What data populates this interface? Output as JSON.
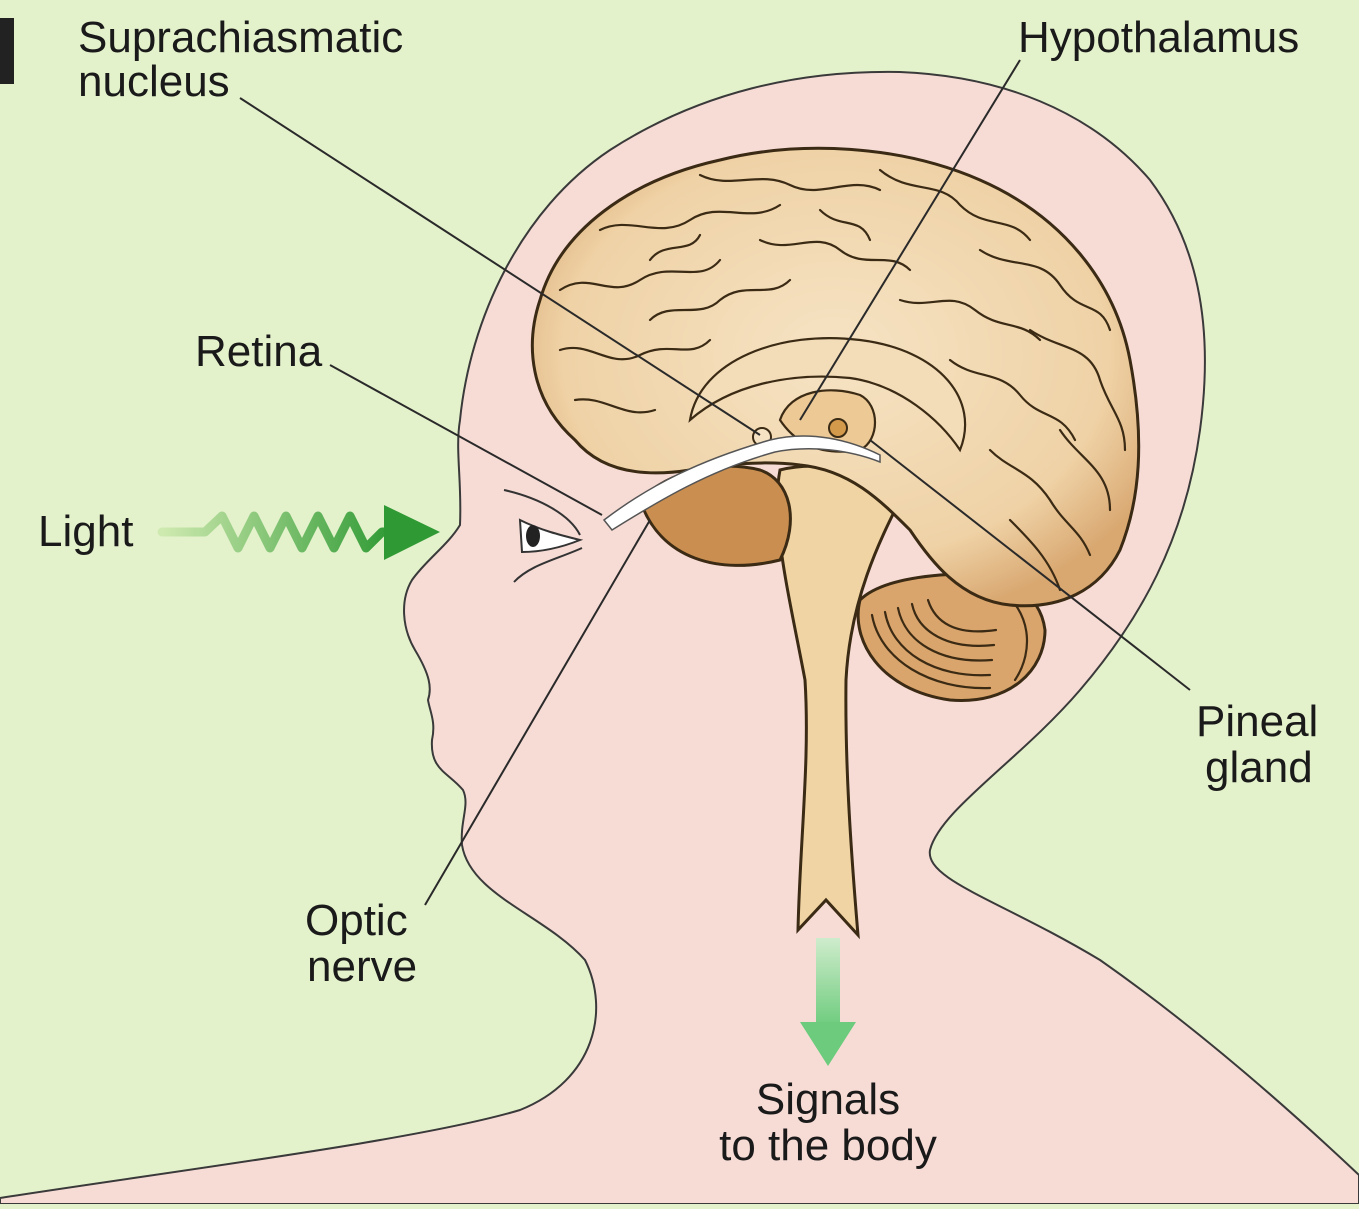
{
  "diagram": {
    "labels": {
      "scn_line1": "Suprachiasmatic",
      "scn_line2": "nucleus",
      "hypothalamus": "Hypothalamus",
      "retina": "Retina",
      "light": "Light",
      "pineal_line1": "Pineal",
      "pineal_line2": "gland",
      "optic_line1": "Optic",
      "optic_line2": "nerve",
      "signals_line1": "Signals",
      "signals_line2": "to the body"
    }
  },
  "colors": {
    "background": "#e4f2cc",
    "skin": "#f7dcd6",
    "brain": "#f1d7ad",
    "brain_shadow": "#c68a4b",
    "light_arrow": "#3aa23a",
    "signal_arrow": "#7fd38a"
  }
}
